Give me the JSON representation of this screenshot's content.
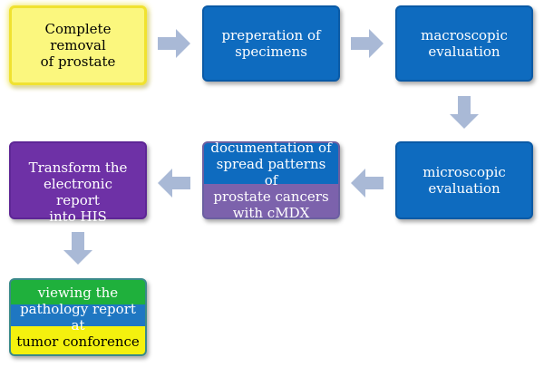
{
  "diagram": {
    "nodes": [
      {
        "id": "n1",
        "lines": [
          "Complete removal",
          "of prostate"
        ],
        "style": "yellow"
      },
      {
        "id": "n2",
        "lines": [
          "preperation of",
          "specimens"
        ],
        "style": "blue"
      },
      {
        "id": "n3",
        "lines": [
          "macroscopic",
          "evaluation"
        ],
        "style": "blue"
      },
      {
        "id": "n4",
        "lines": [
          "microscopic",
          "evaluation"
        ],
        "style": "blue"
      },
      {
        "id": "n5",
        "lines": [
          "documentation of",
          "spread patterns of",
          "prostate cancers",
          "with cMDX"
        ],
        "style": "blue-purple"
      },
      {
        "id": "n6",
        "lines": [
          "Transform the",
          "electronic report",
          "into HIS"
        ],
        "style": "purple"
      },
      {
        "id": "n7",
        "lines": [
          "viewing the",
          "pathology report at",
          "tumor conforence"
        ],
        "style": "green-blue-yellow"
      }
    ],
    "edges": [
      {
        "from": "n1",
        "to": "n2",
        "direction": "right"
      },
      {
        "from": "n2",
        "to": "n3",
        "direction": "right"
      },
      {
        "from": "n3",
        "to": "n4",
        "direction": "down"
      },
      {
        "from": "n4",
        "to": "n5",
        "direction": "left"
      },
      {
        "from": "n5",
        "to": "n6",
        "direction": "left"
      },
      {
        "from": "n6",
        "to": "n7",
        "direction": "down"
      }
    ],
    "colors": {
      "blue": "#0e6bbf",
      "yellow": "#fbf77e",
      "purple": "#6e31a6",
      "arrow": "#a9b9d6",
      "green": "#1fb03c"
    }
  }
}
